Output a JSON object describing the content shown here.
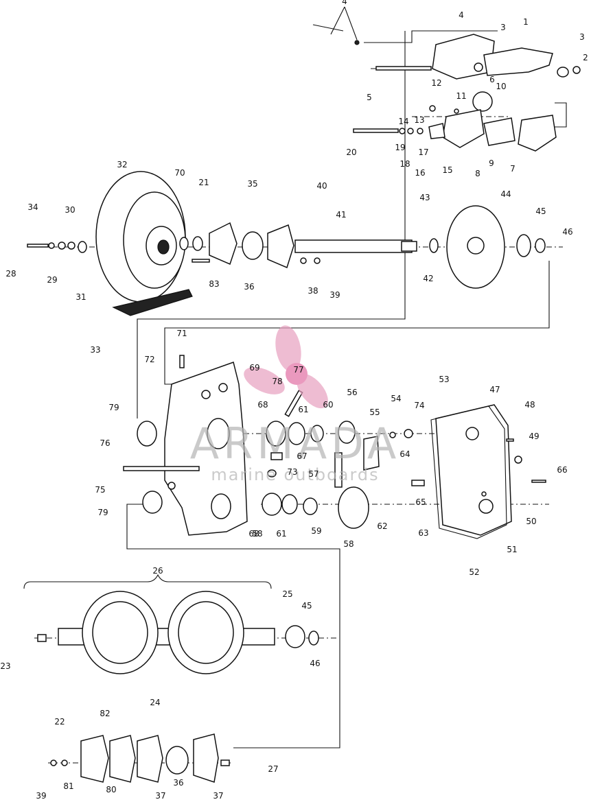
{
  "labels": [
    {
      "n": "1"
    },
    {
      "n": "2"
    },
    {
      "n": "3"
    },
    {
      "n": "3"
    },
    {
      "n": "4"
    },
    {
      "n": "4"
    },
    {
      "n": "5"
    },
    {
      "n": "6"
    },
    {
      "n": "7"
    },
    {
      "n": "8"
    },
    {
      "n": "9"
    },
    {
      "n": "10"
    },
    {
      "n": "11"
    },
    {
      "n": "12"
    },
    {
      "n": "13"
    },
    {
      "n": "14"
    },
    {
      "n": "15"
    },
    {
      "n": "16"
    },
    {
      "n": "17"
    },
    {
      "n": "18"
    },
    {
      "n": "19"
    },
    {
      "n": "20"
    },
    {
      "n": "21"
    },
    {
      "n": "22"
    },
    {
      "n": "23"
    },
    {
      "n": "24"
    },
    {
      "n": "25"
    },
    {
      "n": "26"
    },
    {
      "n": "27"
    },
    {
      "n": "28"
    },
    {
      "n": "29"
    },
    {
      "n": "30"
    },
    {
      "n": "31"
    },
    {
      "n": "32"
    },
    {
      "n": "33"
    },
    {
      "n": "34"
    },
    {
      "n": "35"
    },
    {
      "n": "36"
    },
    {
      "n": "36"
    },
    {
      "n": "37"
    },
    {
      "n": "37"
    },
    {
      "n": "38"
    },
    {
      "n": "39"
    },
    {
      "n": "39"
    },
    {
      "n": "40"
    },
    {
      "n": "41"
    },
    {
      "n": "42"
    },
    {
      "n": "43"
    },
    {
      "n": "44"
    },
    {
      "n": "45"
    },
    {
      "n": "45"
    },
    {
      "n": "46"
    },
    {
      "n": "46"
    },
    {
      "n": "47"
    },
    {
      "n": "48"
    },
    {
      "n": "49"
    },
    {
      "n": "50"
    },
    {
      "n": "51"
    },
    {
      "n": "52"
    },
    {
      "n": "53"
    },
    {
      "n": "54"
    },
    {
      "n": "55"
    },
    {
      "n": "56"
    },
    {
      "n": "57"
    },
    {
      "n": "58"
    },
    {
      "n": "58"
    },
    {
      "n": "59"
    },
    {
      "n": "60"
    },
    {
      "n": "61"
    },
    {
      "n": "61"
    },
    {
      "n": "62"
    },
    {
      "n": "63"
    },
    {
      "n": "64"
    },
    {
      "n": "65"
    },
    {
      "n": "66"
    },
    {
      "n": "67"
    },
    {
      "n": "68"
    },
    {
      "n": "68"
    },
    {
      "n": "69"
    },
    {
      "n": "70"
    },
    {
      "n": "71"
    },
    {
      "n": "72"
    },
    {
      "n": "73"
    },
    {
      "n": "74"
    },
    {
      "n": "75"
    },
    {
      "n": "76"
    },
    {
      "n": "77"
    },
    {
      "n": "78"
    },
    {
      "n": "79"
    },
    {
      "n": "79"
    },
    {
      "n": "80"
    },
    {
      "n": "81"
    },
    {
      "n": "82"
    },
    {
      "n": "83"
    }
  ],
  "watermark": {
    "brand": "ARMADA",
    "tagline": "marine outboards",
    "logo_color": "#e8a0c0"
  }
}
